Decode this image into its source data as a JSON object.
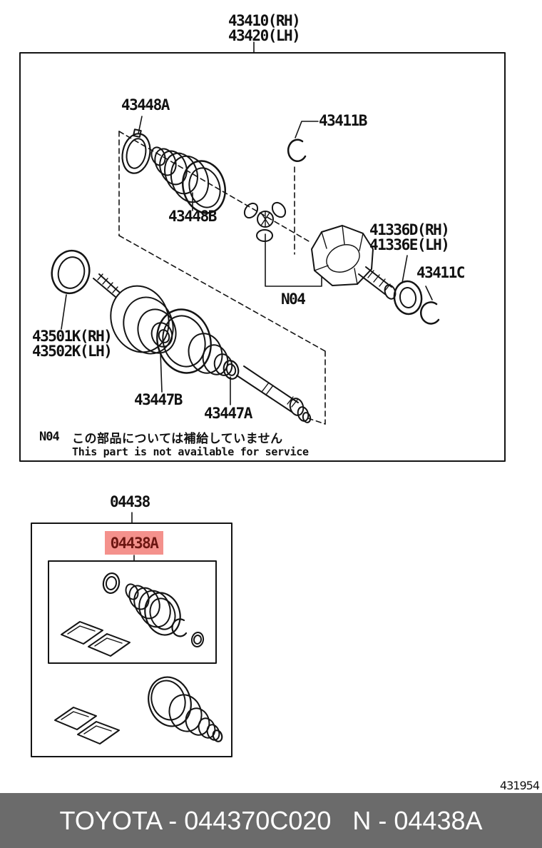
{
  "header": {
    "assembly_labels": [
      "43410(RH)",
      "43420(LH)"
    ]
  },
  "main_diagram": {
    "parts": {
      "p43448a": "43448A",
      "p43411b": "43411B",
      "p43448b": "43448B",
      "p41336d": "41336D(RH)",
      "p41336e": "41336E(LH)",
      "p43411c": "43411C",
      "n04": "N04",
      "p43501k": "43501K(RH)",
      "p43502k": "43502K(LH)",
      "p43447b": "43447B",
      "p43447a": "43447A"
    },
    "note": {
      "code": "N04",
      "text_ja": "この部品については補給していません",
      "text_en": "This part is not available for service"
    }
  },
  "kit_diagram": {
    "kit_number": "04438",
    "highlighted_part": "04438A",
    "highlight_bg": "#f4918c",
    "highlight_fg": "#6d1712"
  },
  "footer": {
    "drawing_number": "431954",
    "catalog_text_left": "TOYOTA - 044370C020",
    "catalog_text_right": "N - 04438A",
    "bar_color": "#6b6b6b"
  }
}
